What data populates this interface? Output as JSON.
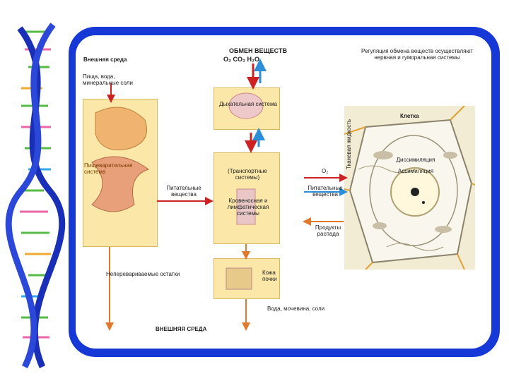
{
  "header": {
    "title": "ОБМЕН ВЕЩЕСТВ",
    "gases": "O₂    CO₂    H₂O",
    "regulation": "Регуляция обмена веществ осуществляют нервная и гуморальная системы"
  },
  "left": {
    "external_env_top": "Внешняя среда",
    "food": "Пища, вода, минеральные соли",
    "digestive": "Пищеварительная система",
    "nutrients": "Питательные вещества",
    "undigested": "Неперевариваемые остатки"
  },
  "center": {
    "respiratory": "Дыхательная система",
    "transport": "(Транспортные системы)",
    "blood_lymph": "Кровеносная и лимфатическая системы",
    "excretory": "Кожа почки",
    "water": "Вода, мочевина, соли",
    "external_env_bottom": "ВНЕШНЯЯ СРЕДА"
  },
  "right": {
    "tissue_fluid": "Тканевая жидкость",
    "cell": "Клетка",
    "dissimilation": "Диссимиляция",
    "assimilation": "Ассимиляция",
    "o2": "O₂",
    "nutrients": "Питательные вещества",
    "decay": "Продукты распада"
  },
  "colors": {
    "frame": "#1538d6",
    "box_fill": "#fbe7a7",
    "arrow_red": "#cc2222",
    "arrow_blue": "#2a8fd8",
    "arrow_orange": "#e07a2a"
  }
}
